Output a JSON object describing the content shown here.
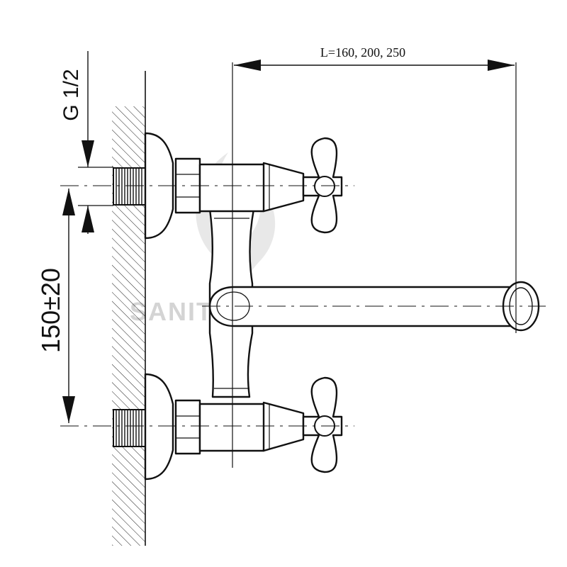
{
  "drawing": {
    "dimensions": {
      "length": "L=160, 200, 250",
      "thread": "G 1/2",
      "spacing": "150±20"
    },
    "watermark": "SANITARYTEK"
  }
}
